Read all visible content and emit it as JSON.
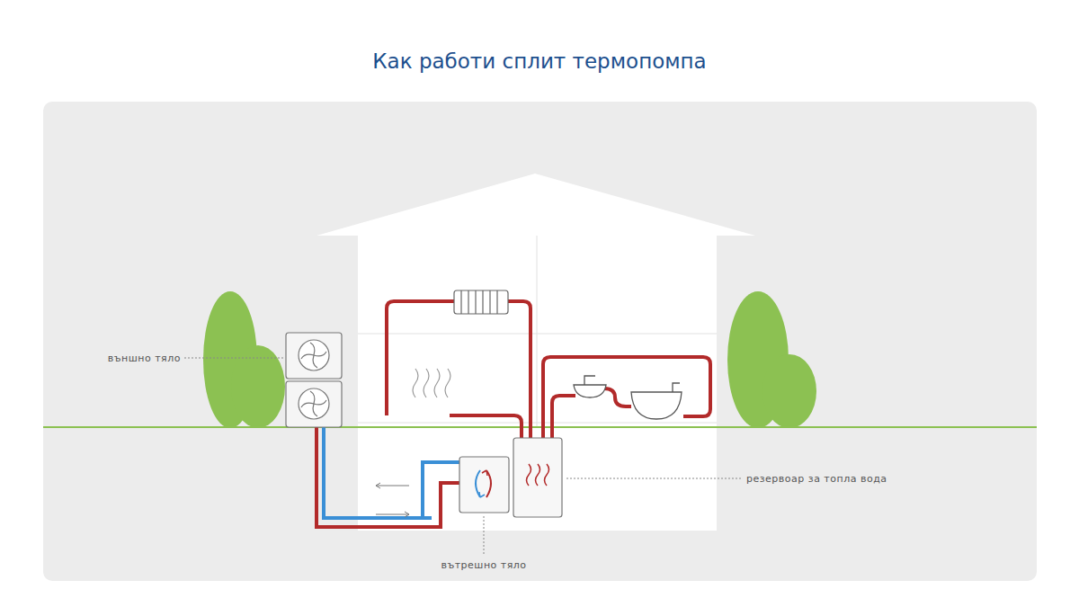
{
  "diagram": {
    "title": "Как работи сплит термопомпа",
    "labels": [
      "външно тяло",
      "резервоар за топла вода",
      "вътрешно тяло"
    ]
  }
}
